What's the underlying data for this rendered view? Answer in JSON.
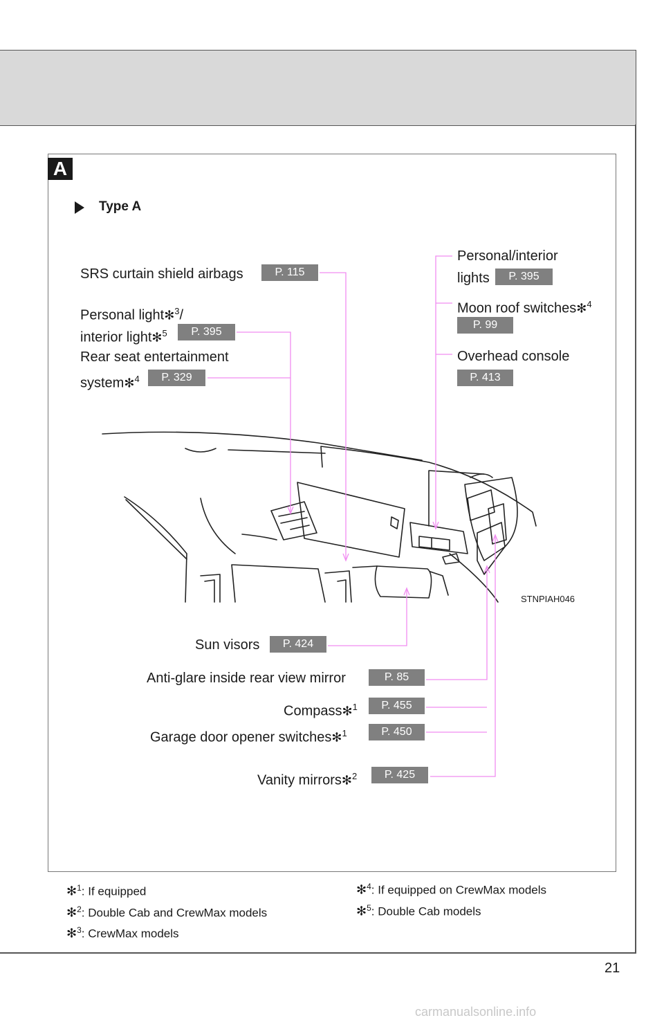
{
  "section_letter": "A",
  "type_label": "Type A",
  "callouts": [
    {
      "id": "srs",
      "label": "SRS curtain shield airbags",
      "ref": "P. 115"
    },
    {
      "id": "personal_light",
      "label_line1": "Personal light",
      "sup1": "3",
      "after1": "/",
      "label_line2": "interior light",
      "sup2": "5",
      "ref": "P. 395"
    },
    {
      "id": "rear_seat",
      "label_line1": "Rear seat entertainment",
      "label_line2": "system",
      "sup": "4",
      "ref": "P. 329"
    },
    {
      "id": "personal_interior",
      "label_line1": "Personal/interior",
      "label_line2": "lights",
      "ref": "P. 395"
    },
    {
      "id": "moon_roof",
      "label": "Moon roof switches",
      "sup": "4",
      "ref": "P. 99"
    },
    {
      "id": "overhead",
      "label": "Overhead console",
      "ref": "P. 413"
    },
    {
      "id": "sun_visors",
      "label": "Sun visors",
      "ref": "P. 424"
    },
    {
      "id": "anti_glare",
      "label": "Anti-glare inside rear view mirror",
      "ref": "P. 85"
    },
    {
      "id": "compass",
      "label": "Compass",
      "sup": "1",
      "ref": "P. 455"
    },
    {
      "id": "garage",
      "label": "Garage door opener switches",
      "sup": "1",
      "ref": "P. 450"
    },
    {
      "id": "vanity",
      "label": "Vanity mirrors",
      "sup": "2",
      "ref": "P. 425"
    }
  ],
  "star_glyph": "✻",
  "photo_code": "STNPIAH046",
  "footnotes": [
    {
      "num": "1",
      "text": ":  If equipped"
    },
    {
      "num": "2",
      "text": ":  Double Cab and CrewMax models"
    },
    {
      "num": "3",
      "text": ":  CrewMax models"
    },
    {
      "num": "4",
      "text": ":  If equipped on CrewMax models"
    },
    {
      "num": "5",
      "text": ":  Double Cab models"
    }
  ],
  "page_number": "21",
  "watermark": "carmanualsonline.info",
  "colors": {
    "leader": "#f08cf0",
    "ref_bg": "#808080",
    "band": "#d9d9d9"
  }
}
